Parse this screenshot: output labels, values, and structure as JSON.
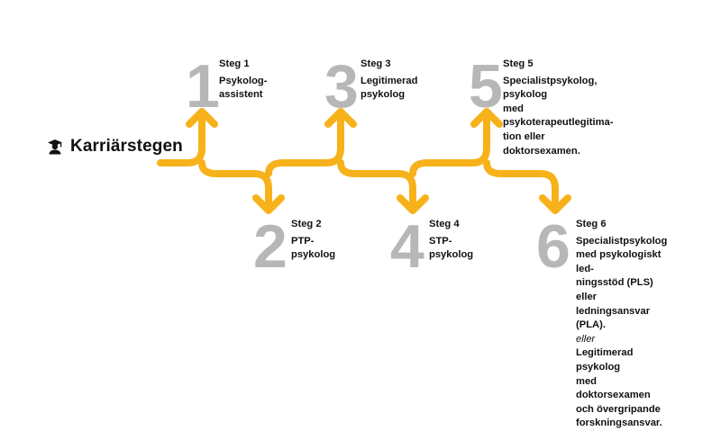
{
  "header": {
    "title": "Karriärstegen",
    "icon": "graduate-icon"
  },
  "colors": {
    "path": "#f7b21b",
    "number": "#b7b7b7",
    "text": "#111111"
  },
  "steps": [
    {
      "number": "1",
      "label": "Steg 1",
      "lines": [
        "Psykolog-",
        "assistent"
      ]
    },
    {
      "number": "2",
      "label": "Steg 2",
      "lines": [
        "PTP-psykolog"
      ]
    },
    {
      "number": "3",
      "label": "Steg 3",
      "lines": [
        "Legitimerad",
        "psykolog"
      ]
    },
    {
      "number": "4",
      "label": "Steg 4",
      "lines": [
        "STP-psykolog"
      ]
    },
    {
      "number": "5",
      "label": "Steg 5",
      "lines": [
        "Specialistpsykolog, psykolog",
        "med psykoterapeutlegitima-",
        "tion eller doktorsexamen."
      ]
    },
    {
      "number": "6",
      "label": "Steg 6",
      "lines": [
        "Specialistpsykolog",
        "med psykologiskt led-",
        "ningsstöd (PLS) eller",
        "ledningsansvar (PLA)."
      ],
      "alt_word": "eller",
      "alt_lines": [
        "Legitimerad psykolog",
        "med doktorsexamen",
        "och övergripande",
        "forskningsansvar."
      ]
    }
  ]
}
